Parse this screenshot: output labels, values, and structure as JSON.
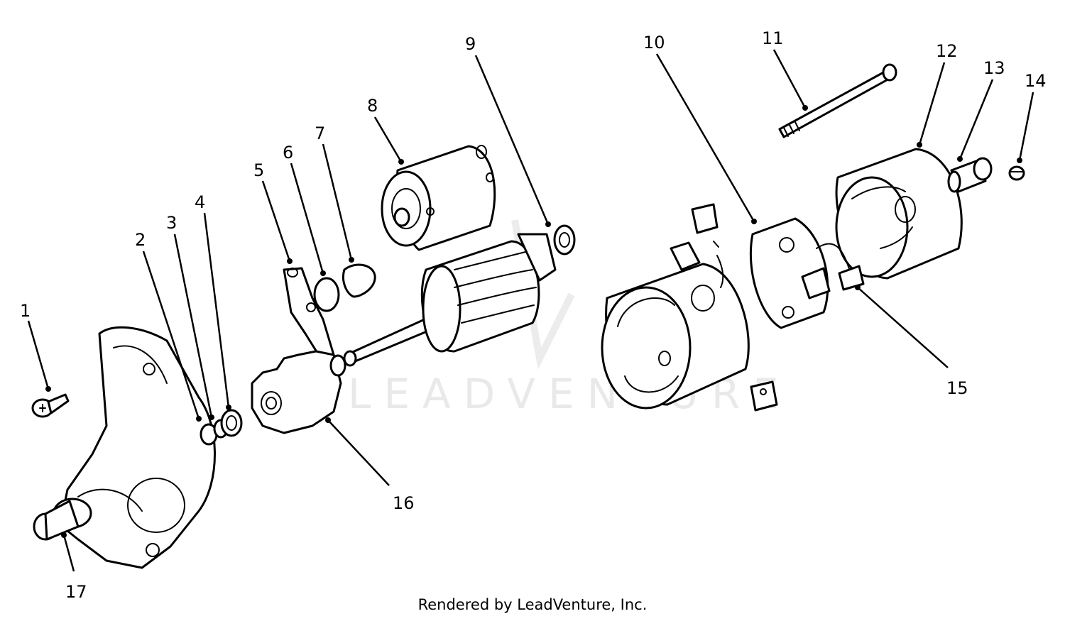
{
  "diagram": {
    "callouts": [
      {
        "id": "1",
        "label": "1"
      },
      {
        "id": "2",
        "label": "2"
      },
      {
        "id": "3",
        "label": "3"
      },
      {
        "id": "4",
        "label": "4"
      },
      {
        "id": "5",
        "label": "5"
      },
      {
        "id": "6",
        "label": "6"
      },
      {
        "id": "7",
        "label": "7"
      },
      {
        "id": "8",
        "label": "8"
      },
      {
        "id": "9",
        "label": "9"
      },
      {
        "id": "10",
        "label": "10"
      },
      {
        "id": "11",
        "label": "11"
      },
      {
        "id": "12",
        "label": "12"
      },
      {
        "id": "13",
        "label": "13"
      },
      {
        "id": "14",
        "label": "14"
      },
      {
        "id": "15",
        "label": "15"
      },
      {
        "id": "16",
        "label": "16"
      },
      {
        "id": "17",
        "label": "17"
      }
    ],
    "watermark": "LEADVENTURE"
  },
  "footer": {
    "credit": "Rendered by LeadVenture, Inc."
  }
}
